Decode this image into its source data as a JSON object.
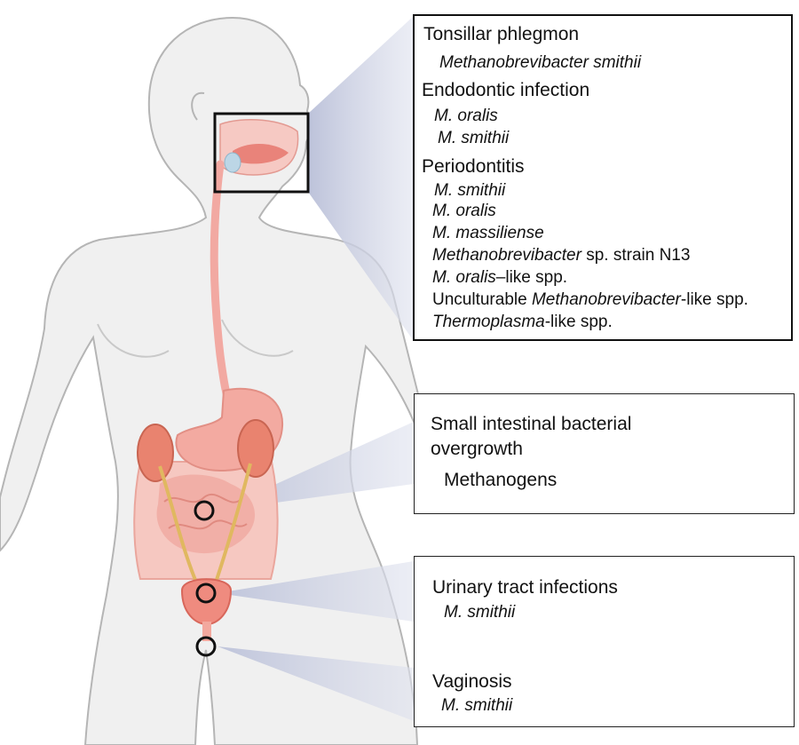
{
  "panels": {
    "oral": {
      "tonsillar": {
        "heading": "Tonsillar phlegmon",
        "items": [
          "Methanobrevibacter smithii"
        ]
      },
      "endodontic": {
        "heading": "Endodontic infection",
        "items": [
          "M. oralis",
          "M. smithii"
        ]
      },
      "periodontitis": {
        "heading": "Periodontitis",
        "items": [
          {
            "italic": "M. smithii",
            "rest": ""
          },
          {
            "italic": "M. oralis",
            "rest": ""
          },
          {
            "italic": "M. massiliense",
            "rest": ""
          },
          {
            "italic": "Methanobrevibacter",
            "rest": " sp. strain N13"
          },
          {
            "italic": "M. oralis",
            "rest": "–like spp."
          },
          {
            "pre": "Unculturable ",
            "italic": "Methanobrevibacter",
            "rest": "-like spp."
          },
          {
            "italic": "Thermoplasma",
            "rest": "-like spp."
          }
        ]
      }
    },
    "sibo": {
      "heading_line1": "Small intestinal bacterial",
      "heading_line2": "overgrowth",
      "item": "Methanogens"
    },
    "urogenital": {
      "uti": {
        "heading": "Urinary tract infections",
        "item": "M. smithii"
      },
      "vaginosis": {
        "heading": "Vaginosis",
        "item": "M. smithii"
      }
    }
  },
  "colors": {
    "skin": "#f0f0f0",
    "outline": "#b5b5b5",
    "gi_tract": "#f2a9a2",
    "kidney": "#e9836f",
    "ureter": "#e0b860",
    "callout": "#c9cde0",
    "marker": "#111111"
  }
}
